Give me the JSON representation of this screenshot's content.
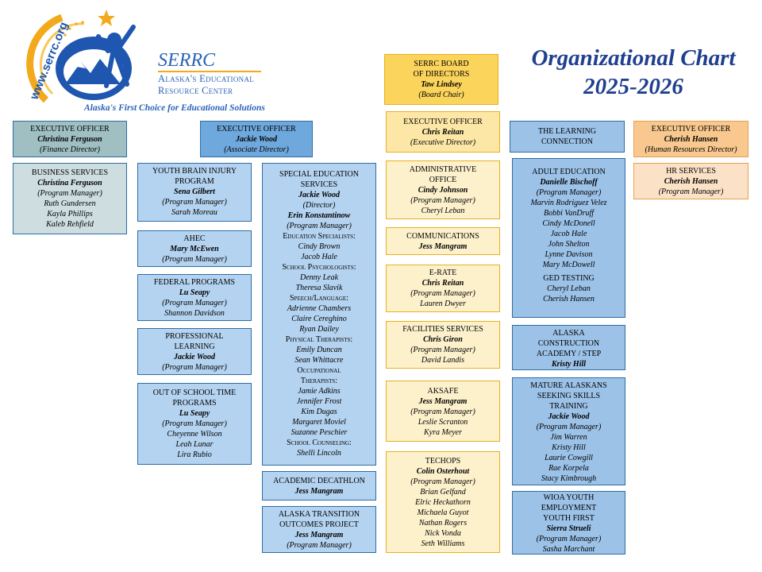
{
  "logo": {
    "url_text": "www.serrc.org",
    "name": "SERRC",
    "line1": "Alaska's Educational",
    "line2": "Resource Center",
    "tagline": "Alaska's First Choice for Educational Solutions"
  },
  "title": {
    "line1": "Organizational Chart",
    "line2": "2025-2026"
  },
  "board": {
    "title1": "SERRC BOARD",
    "title2": "OF DIRECTORS",
    "name": "Taw Lindsey",
    "role": "(Board Chair)"
  },
  "exec_finance": {
    "title": "EXECUTIVE OFFICER",
    "name": "Christina Ferguson",
    "role": "(Finance Director)"
  },
  "business": {
    "title": "BUSINESS SERVICES",
    "name": "Christina Ferguson",
    "role": "(Program Manager)",
    "m1": "Ruth Gundersen",
    "m2": "Kayla Phillips",
    "m3": "Kaleb Rehfield"
  },
  "exec_assoc": {
    "title": "EXECUTIVE OFFICER",
    "name": "Jackie Wood",
    "role": "(Associate Director)"
  },
  "ybi": {
    "t1": "YOUTH BRAIN INJURY",
    "t2": "PROGRAM",
    "name": "Sena Gilbert",
    "role": "(Program Manager)",
    "m1": "Sarah Moreau"
  },
  "ahec": {
    "title": "AHEC",
    "name": "Mary McEwen",
    "role": "(Program Manager)"
  },
  "federal": {
    "title": "FEDERAL PROGRAMS",
    "name": "Lu Seapy",
    "role": "(Program Manager)",
    "m1": "Shannon Davidson"
  },
  "prof": {
    "t1": "PROFESSIONAL",
    "t2": "LEARNING",
    "name": "Jackie Wood",
    "role": "(Program Manager)"
  },
  "ost": {
    "t1": "OUT OF SCHOOL TIME",
    "t2": "PROGRAMS",
    "name": "Lu Seapy",
    "role": "(Program Manager)",
    "m1": "Cheyenne Wilson",
    "m2": "Leah Lunar",
    "m3": "Lira Rubio"
  },
  "sped": {
    "t1": "SPECIAL EDUCATION",
    "t2": "SERVICES",
    "n1": "Jackie Wood",
    "r1": "(Director)",
    "n2": "Erin Konstantinow",
    "r2": "(Program Manager)",
    "h1": "Education Specialists:",
    "e1": "Cindy Brown",
    "e2": "Jacob Hale",
    "h2": "School Psychologists:",
    "p1": "Denny Leak",
    "p2": "Theresa Slavik",
    "h3": "Speech/Language:",
    "s1": "Adrienne Chambers",
    "s2": "Claire Cereghino",
    "s3": "Ryan Dailey",
    "h4": "Physical Therapists:",
    "pt1": "Emily Duncan",
    "pt2": "Sean Whittacre",
    "h5a": "Occupational",
    "h5b": "Therapists:",
    "o1": "Jamie Adkins",
    "o2": "Jennifer Frost",
    "o3": "Kim Dugas",
    "o4": "Margaret Moviel",
    "o5": "Suzanne Peschier",
    "h6": "School Counseling:",
    "c1": "Shelli Lincoln"
  },
  "decathlon": {
    "title": "ACADEMIC DECATHLON",
    "name": "Jess Mangram"
  },
  "atop": {
    "t1": "ALASKA TRANSITION",
    "t2": "OUTCOMES PROJECT",
    "name": "Jess Mangram",
    "role": "(Program Manager)"
  },
  "exec_main": {
    "title": "EXECUTIVE OFFICER",
    "name": "Chris Reitan",
    "role": "(Executive Director)"
  },
  "admin": {
    "t1": "ADMINISTRATIVE",
    "t2": "OFFICE",
    "name": "Cindy Johnson",
    "role": "(Program Manager)",
    "m1": "Cheryl Leban"
  },
  "comm": {
    "title": "COMMUNICATIONS",
    "name": "Jess Mangram"
  },
  "erate": {
    "title": "E-RATE",
    "name": "Chris Reitan",
    "role": "(Program Manager)",
    "m1": "Lauren Dwyer"
  },
  "facilities": {
    "title": "FACILITIES SERVICES",
    "name": "Chris Giron",
    "role": "(Program Manager)",
    "m1": "David Landis"
  },
  "aksafe": {
    "title": "AKSAFE",
    "name": "Jess Mangram",
    "role": "(Program Manager)",
    "m1": "Leslie Scranton",
    "m2": "Kyra Meyer"
  },
  "techops": {
    "title": "TECHOPS",
    "name": "Colin Osterhout",
    "role": "(Program Manager)",
    "m1": "Brian Gelfand",
    "m2": "Elric Heckathorn",
    "m3": "Michaela Guyot",
    "m4": "Nathan Rogers",
    "m5": "Nick Vonda",
    "m6": "Seth Williams"
  },
  "tlc": {
    "t1": "THE LEARNING",
    "t2": "CONNECTION"
  },
  "adulted": {
    "title": "ADULT EDUCATION",
    "name": "Danielle Bischoff",
    "role": "(Program Manager)",
    "m1": "Marvin Rodriguez Velez",
    "m2": "Bobbi VanDruff",
    "m3": "Cindy McDonell",
    "m4": "Jacob Hale",
    "m5": "John Shelton",
    "m6": "Lynne Davison",
    "m7": "Mary McDowell",
    "ged": "GED TESTING",
    "g1": "Cheryl Leban",
    "g2": "Cherish Hansen"
  },
  "acad": {
    "t1": "ALASKA",
    "t2": "CONSTRUCTION",
    "t3": "ACADEMY / STEP",
    "name": "Kristy Hill"
  },
  "mature": {
    "t1": "MATURE ALASKANS",
    "t2": "SEEKING SKILLS",
    "t3": "TRAINING",
    "name": "Jackie Wood",
    "role": "(Program Manager)",
    "m1": "Jim Warren",
    "m2": "Kristy Hill",
    "m3": "Laurie Cowgill",
    "m4": "Rae Korpela",
    "m5": "Stacy Kimbrough"
  },
  "wioa": {
    "t1": "WIOA YOUTH",
    "t2": "EMPLOYMENT",
    "t3": "YOUTH FIRST",
    "name": "Sierra Strueli",
    "role": "(Program Manager)",
    "m1": "Sasha Marchant"
  },
  "exec_hr": {
    "title": "EXECUTIVE OFFICER",
    "name": "Cherish Hansen",
    "role": "(Human Resources Director)"
  },
  "hr": {
    "title": "HR SERVICES",
    "name": "Cherish Hansen",
    "role": "(Program Manager)"
  }
}
